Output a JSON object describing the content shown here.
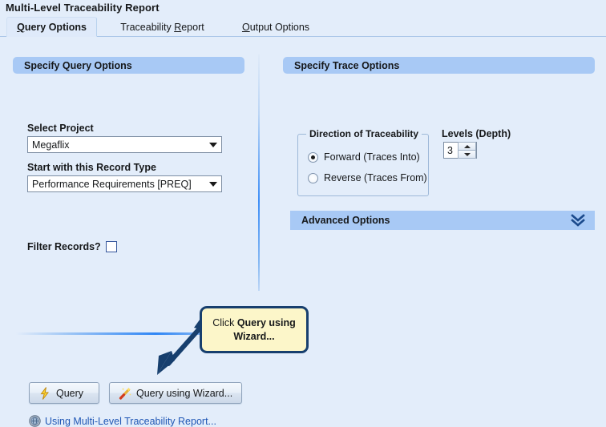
{
  "window": {
    "title": "Multi-Level Traceability Report"
  },
  "tabs": [
    {
      "id": "query-options",
      "pre": "",
      "mnemonic": "Q",
      "post": "uery Options",
      "active": true
    },
    {
      "id": "traceability-report",
      "pre": "Traceability ",
      "mnemonic": "R",
      "post": "eport",
      "active": false
    },
    {
      "id": "output-options",
      "pre": "",
      "mnemonic": "O",
      "post": "utput Options",
      "active": false
    }
  ],
  "left_panel": {
    "header": "Specify Query Options",
    "select_project": {
      "label": "Select Project",
      "value": "Megaflix",
      "icon": "chevron-down-icon"
    },
    "record_type": {
      "label": "Start with this Record Type",
      "value": "Performance Requirements [PREQ]",
      "icon": "chevron-down-icon"
    },
    "filter_records": {
      "label": "Filter Records?",
      "checked": false
    }
  },
  "right_panel": {
    "header": "Specify Trace Options",
    "direction": {
      "legend": "Direction of Traceability",
      "options": [
        {
          "label": "Forward (Traces Into)",
          "selected": true
        },
        {
          "label": "Reverse (Traces From)",
          "selected": false
        }
      ]
    },
    "levels": {
      "label": "Levels (Depth)",
      "value": "3",
      "up_icon": "chevron-up-icon",
      "down_icon": "chevron-down-icon"
    },
    "advanced_options": {
      "label": "Advanced Options",
      "icon": "double-chevron-down-icon"
    }
  },
  "actions": {
    "query": {
      "label": "Query",
      "icon": "lightning-bolt-icon"
    },
    "query_using_wizard": {
      "label": "Query using Wizard...",
      "icon": "magic-wand-icon"
    }
  },
  "help": {
    "label": "Using Multi-Level Traceability Report...",
    "icon": "globe-help-icon"
  },
  "callout": {
    "prefix": "Click ",
    "emphasis": "Query using Wizard...",
    "icon": "callout-arrow-icon"
  },
  "colors": {
    "background": "#e3edfa",
    "section_header": "#a8c9f5",
    "callout_fill": "#fcf6c9",
    "callout_border": "#173f6e",
    "link": "#2057b5",
    "accent_line": "#2f86f5"
  }
}
